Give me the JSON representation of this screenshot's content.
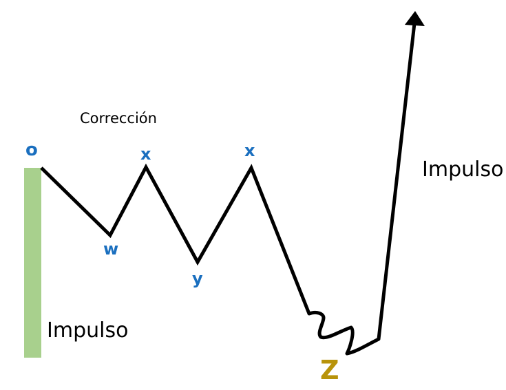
{
  "title": "Corrección",
  "impulse_label_left": "Impulso",
  "impulse_label_right": "Impulso",
  "wave_labels": {
    "o": "o",
    "w": "w",
    "x1": "x",
    "y": "y",
    "x2": "x",
    "z": "Z"
  },
  "colors": {
    "wave_label": "#1a6fbf",
    "z_label": "#b8930a",
    "impulse_bar": "#a8d08d",
    "line": "#000000"
  }
}
